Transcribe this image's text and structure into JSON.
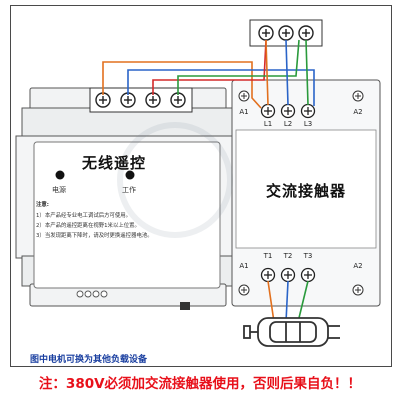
{
  "controller": {
    "title": "无线遥控",
    "led_power_label": "电源",
    "led_work_label": "工作",
    "notes_heading": "注意:",
    "notes": [
      "1）本产品经专业电工调试后方可使用。",
      "2）本产品的遥控距离在视野1米以上位置。",
      "3）当发现距离下降时，请及时更换遥控器电池。"
    ]
  },
  "contactor": {
    "title": "交流接触器",
    "coil_a1": "A1",
    "coil_a2": "A2",
    "inputs": [
      "L1",
      "L2",
      "L3"
    ],
    "outputs": [
      "T1",
      "T2",
      "T3"
    ],
    "coil_a1_bottom": "A1",
    "coil_a2_bottom": "A2"
  },
  "caption": "图中电机可换为其他负载设备",
  "warning": "注：380V必须加交流接触器使用，否则后果自负！！",
  "colors": {
    "wire_orange": "#e2701e",
    "wire_blue": "#2a64c8",
    "wire_green": "#2a9a3c",
    "wire_red": "#d42a2a",
    "warning_red": "#e8101a",
    "caption_blue": "#1a3fa0",
    "housing_gray": "#e6e8ea"
  },
  "icons": {
    "terminal": "screw-terminal-icon",
    "motor": "electric-motor-icon"
  }
}
